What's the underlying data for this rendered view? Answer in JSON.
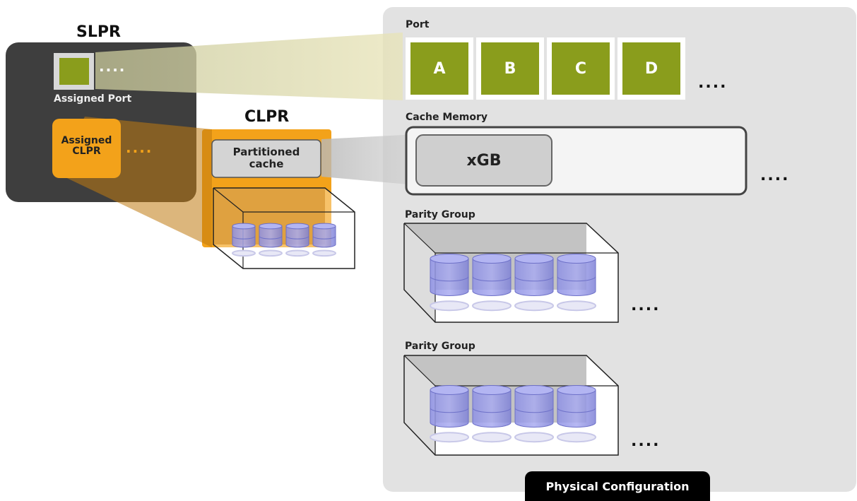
{
  "slpr": {
    "title": "SLPR",
    "assigned_port_label": "Assigned Port",
    "assigned_clpr_label": "Assigned\nCLPR",
    "ellipsis": "...."
  },
  "clpr": {
    "title": "CLPR",
    "partitioned_cache_label": "Partitioned\ncache"
  },
  "physical": {
    "port_heading": "Port",
    "ports": [
      "A",
      "B",
      "C",
      "D"
    ],
    "cache_heading": "Cache Memory",
    "cache_value": "xGB",
    "parity_group_1": "Parity Group",
    "parity_group_2": "Parity Group",
    "footer_label": "Physical Configuration",
    "ellipsis": "...."
  },
  "colors": {
    "port_green": "#8a9d1c",
    "clpr_orange": "#f3a21a",
    "slpr_dark": "#3e3e3e",
    "panel_gray": "#e2e2e2",
    "disk_purple": "#7b7fd8"
  }
}
